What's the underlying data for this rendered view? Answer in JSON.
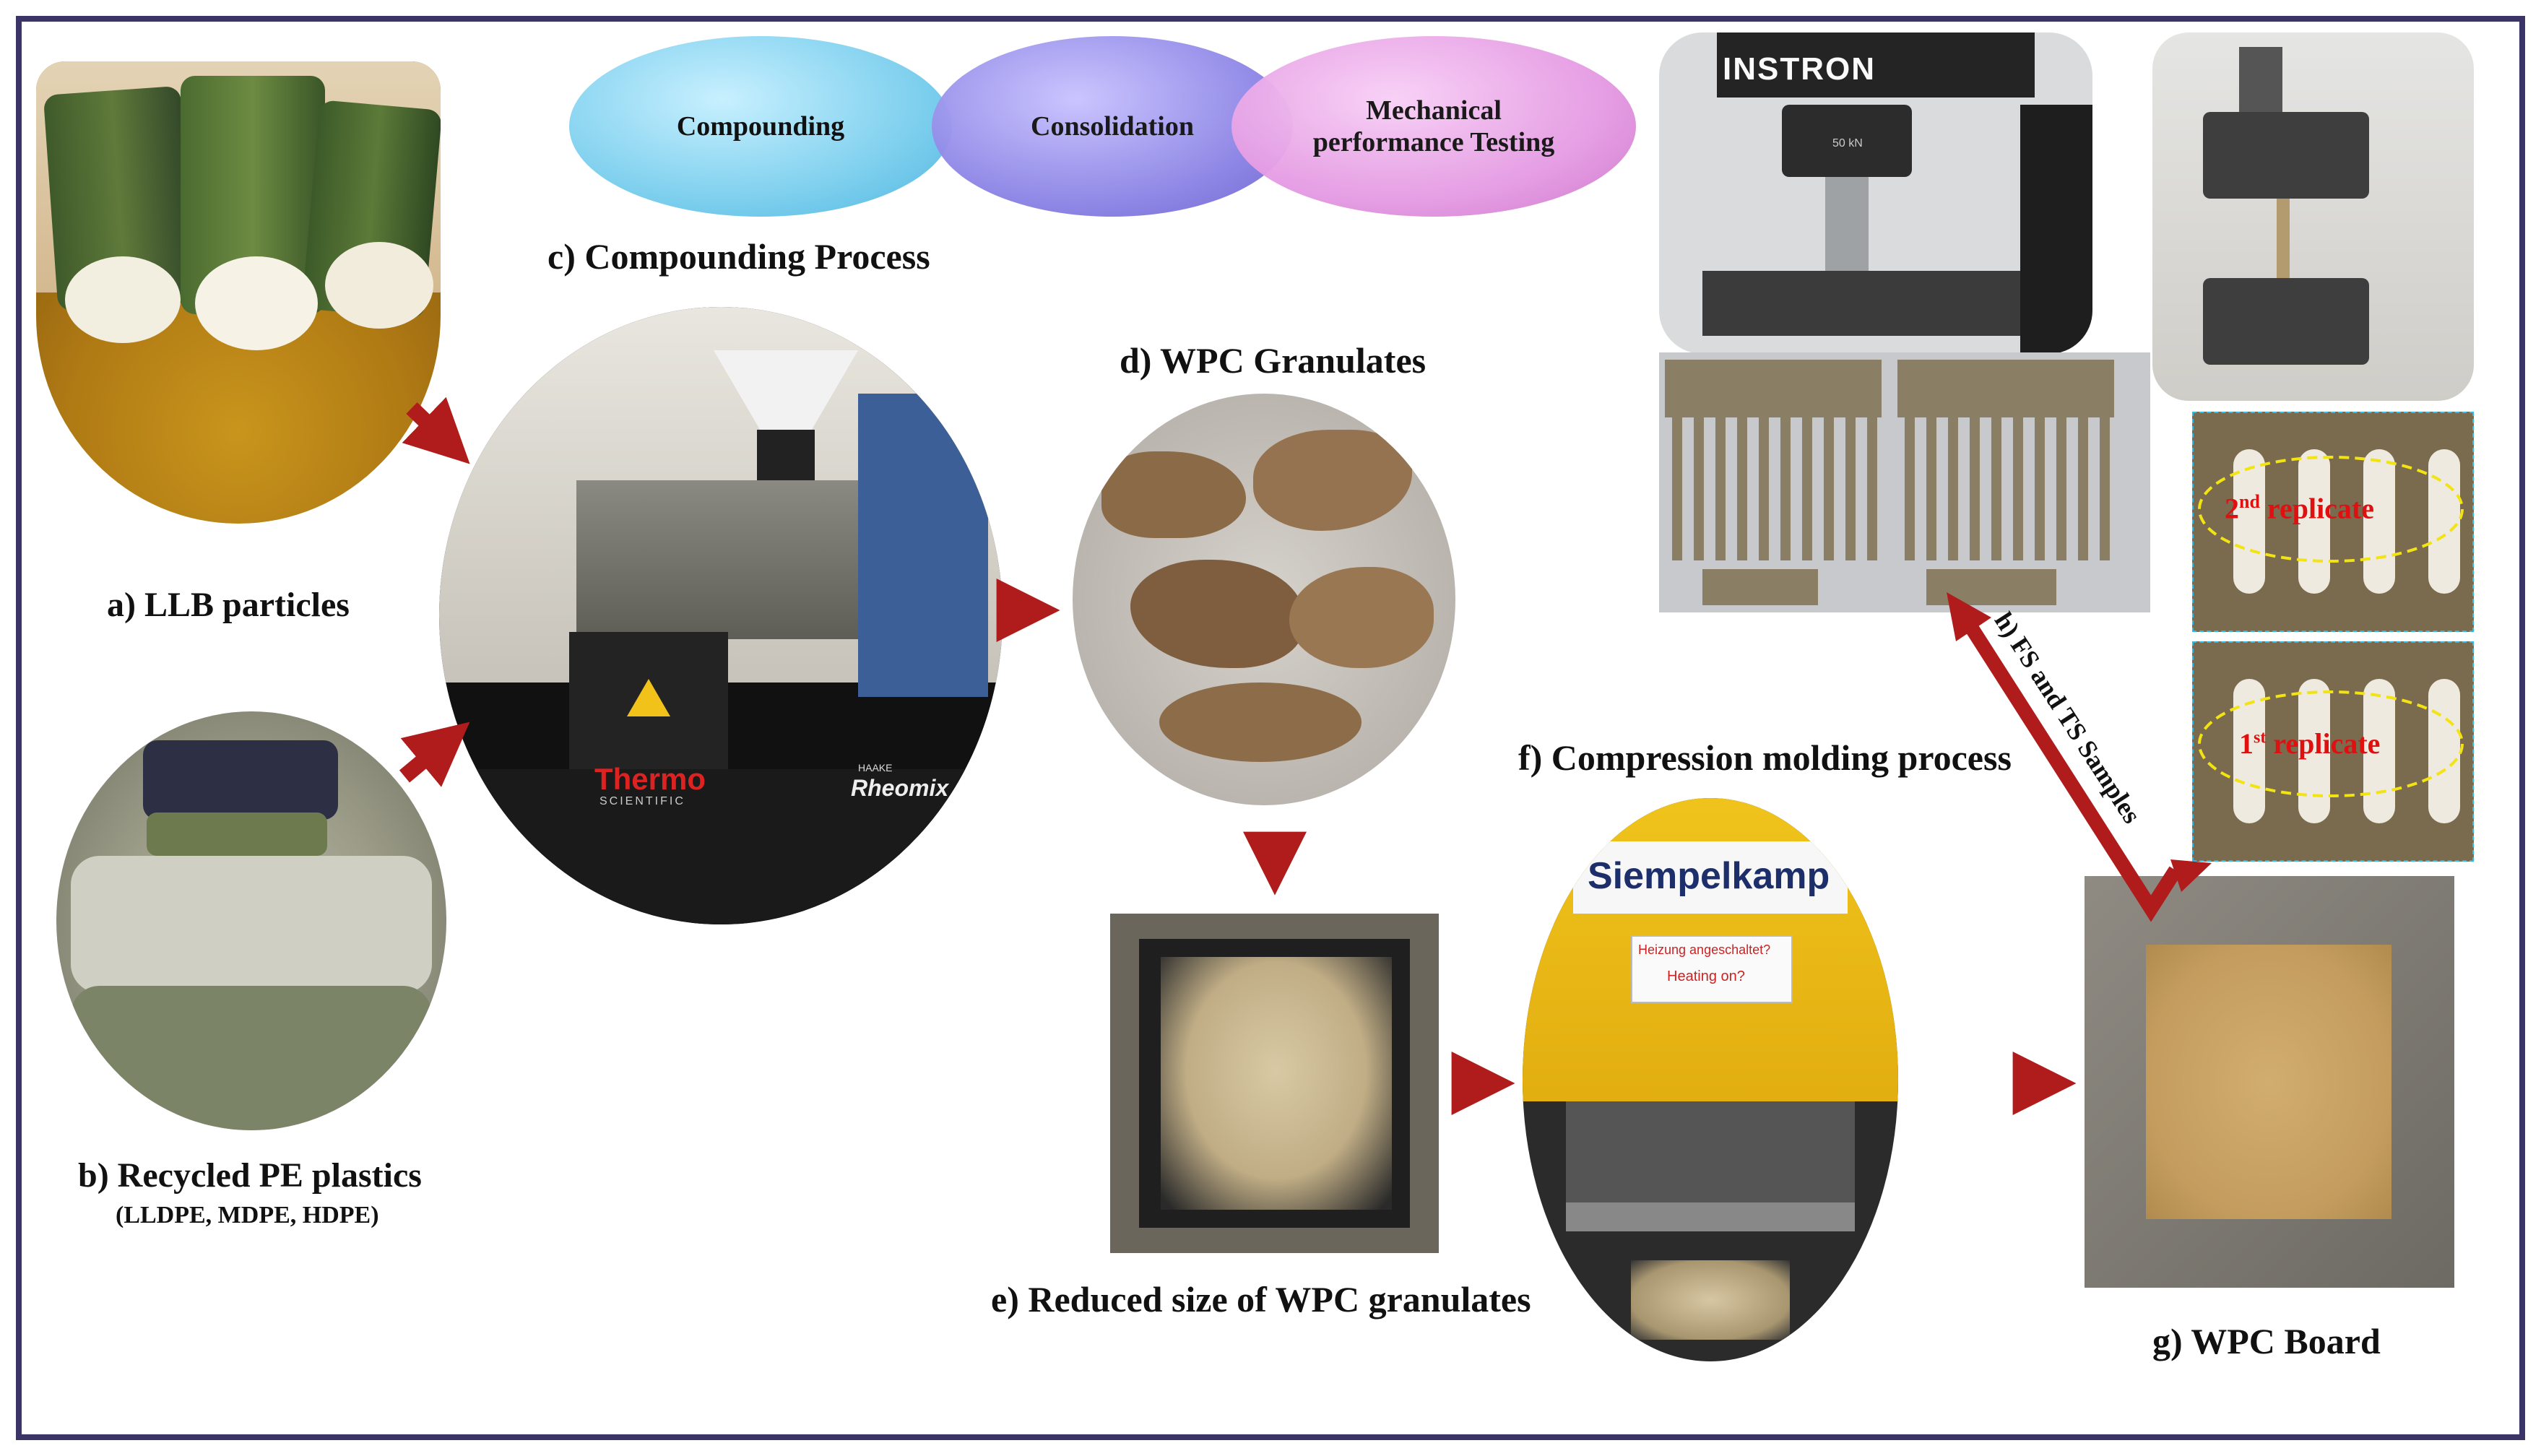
{
  "labels": {
    "a": "a) LLB particles",
    "b": "b) Recycled PE plastics",
    "b_sub": "(LLDPE, MDPE, HDPE)",
    "c": "c) Compounding Process",
    "d": "d) WPC Granulates",
    "e": "e) Reduced size of WPC granulates",
    "f": "f) Compression molding process",
    "g": "g) WPC Board",
    "h": "h) FS and TS Samples"
  },
  "venn": {
    "circle1": "Compounding",
    "circle2": "Consolidation",
    "circle3_line1": "Mechanical",
    "circle3_line2": "performance Testing"
  },
  "photo_text": {
    "instron": "INSTRON",
    "thermo": "Thermo",
    "thermo_sub": "SCIENTIFIC",
    "haake": "HAAKE",
    "rheomix": "Rheomix",
    "siempelkamp": "Siempelkamp",
    "heating_line1": "Heizung angeschaltet?",
    "heating_line2": "Heating on?",
    "load_cell": "50 kN"
  },
  "replicates": {
    "second": "replicate",
    "second_num": "2",
    "second_sup": "nd",
    "first": "replicate",
    "first_num": "1",
    "first_sup": "st"
  },
  "colors": {
    "frame": "#3b3567",
    "arrow": "#b01b1b",
    "venn1": "#7fd0ee",
    "venn2": "#8e86e6",
    "venn3": "#e59be3",
    "replicate_text": "#e01010",
    "replicate_ellipse": "#f2e312"
  }
}
